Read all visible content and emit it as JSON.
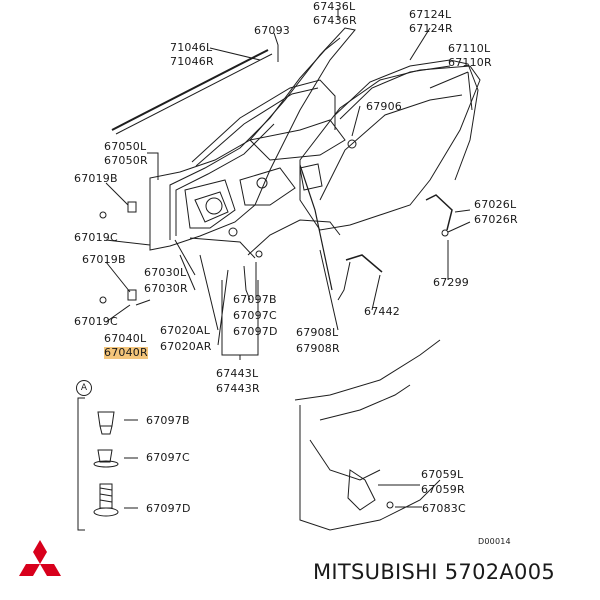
{
  "labels": {
    "p67436l": "67436L",
    "p67436r": "67436R",
    "p67093": "67093",
    "p67124l": "67124L",
    "p67124r": "67124R",
    "p71046l": "71046L",
    "p71046r": "71046R",
    "p67110l": "67110L",
    "p67110r": "67110R",
    "p67906": "67906",
    "p67050l": "67050L",
    "p67050r": "67050R",
    "p67019b_1": "67019B",
    "p67019c_1": "67019C",
    "p67019b_2": "67019B",
    "p67019c_2": "67019C",
    "p67030l": "67030L",
    "p67030r": "67030R",
    "p67026l": "67026L",
    "p67026r": "67026R",
    "p67299": "67299",
    "p67097b_main": "67097B",
    "p67097c_main": "67097C",
    "p67097d_main": "67097D",
    "p67040l": "67040L",
    "p67040r": "67040R",
    "p67020al": "67020AL",
    "p67020ar": "67020AR",
    "p67908l": "67908L",
    "p67908r": "67908R",
    "p67442": "67442",
    "p67443l": "67443L",
    "p67443r": "67443R",
    "callout_a": "A",
    "p67097b_detail": "67097B",
    "p67097c_detail": "67097C",
    "p67097d_detail": "67097D",
    "p67059l": "67059L",
    "p67059r": "67059R",
    "p67083c": "67083C",
    "drawing_no": "D00014"
  },
  "brand": {
    "name": "MITSUBISHI",
    "part_number": "5702A005",
    "logo_color": "#d8001c"
  }
}
